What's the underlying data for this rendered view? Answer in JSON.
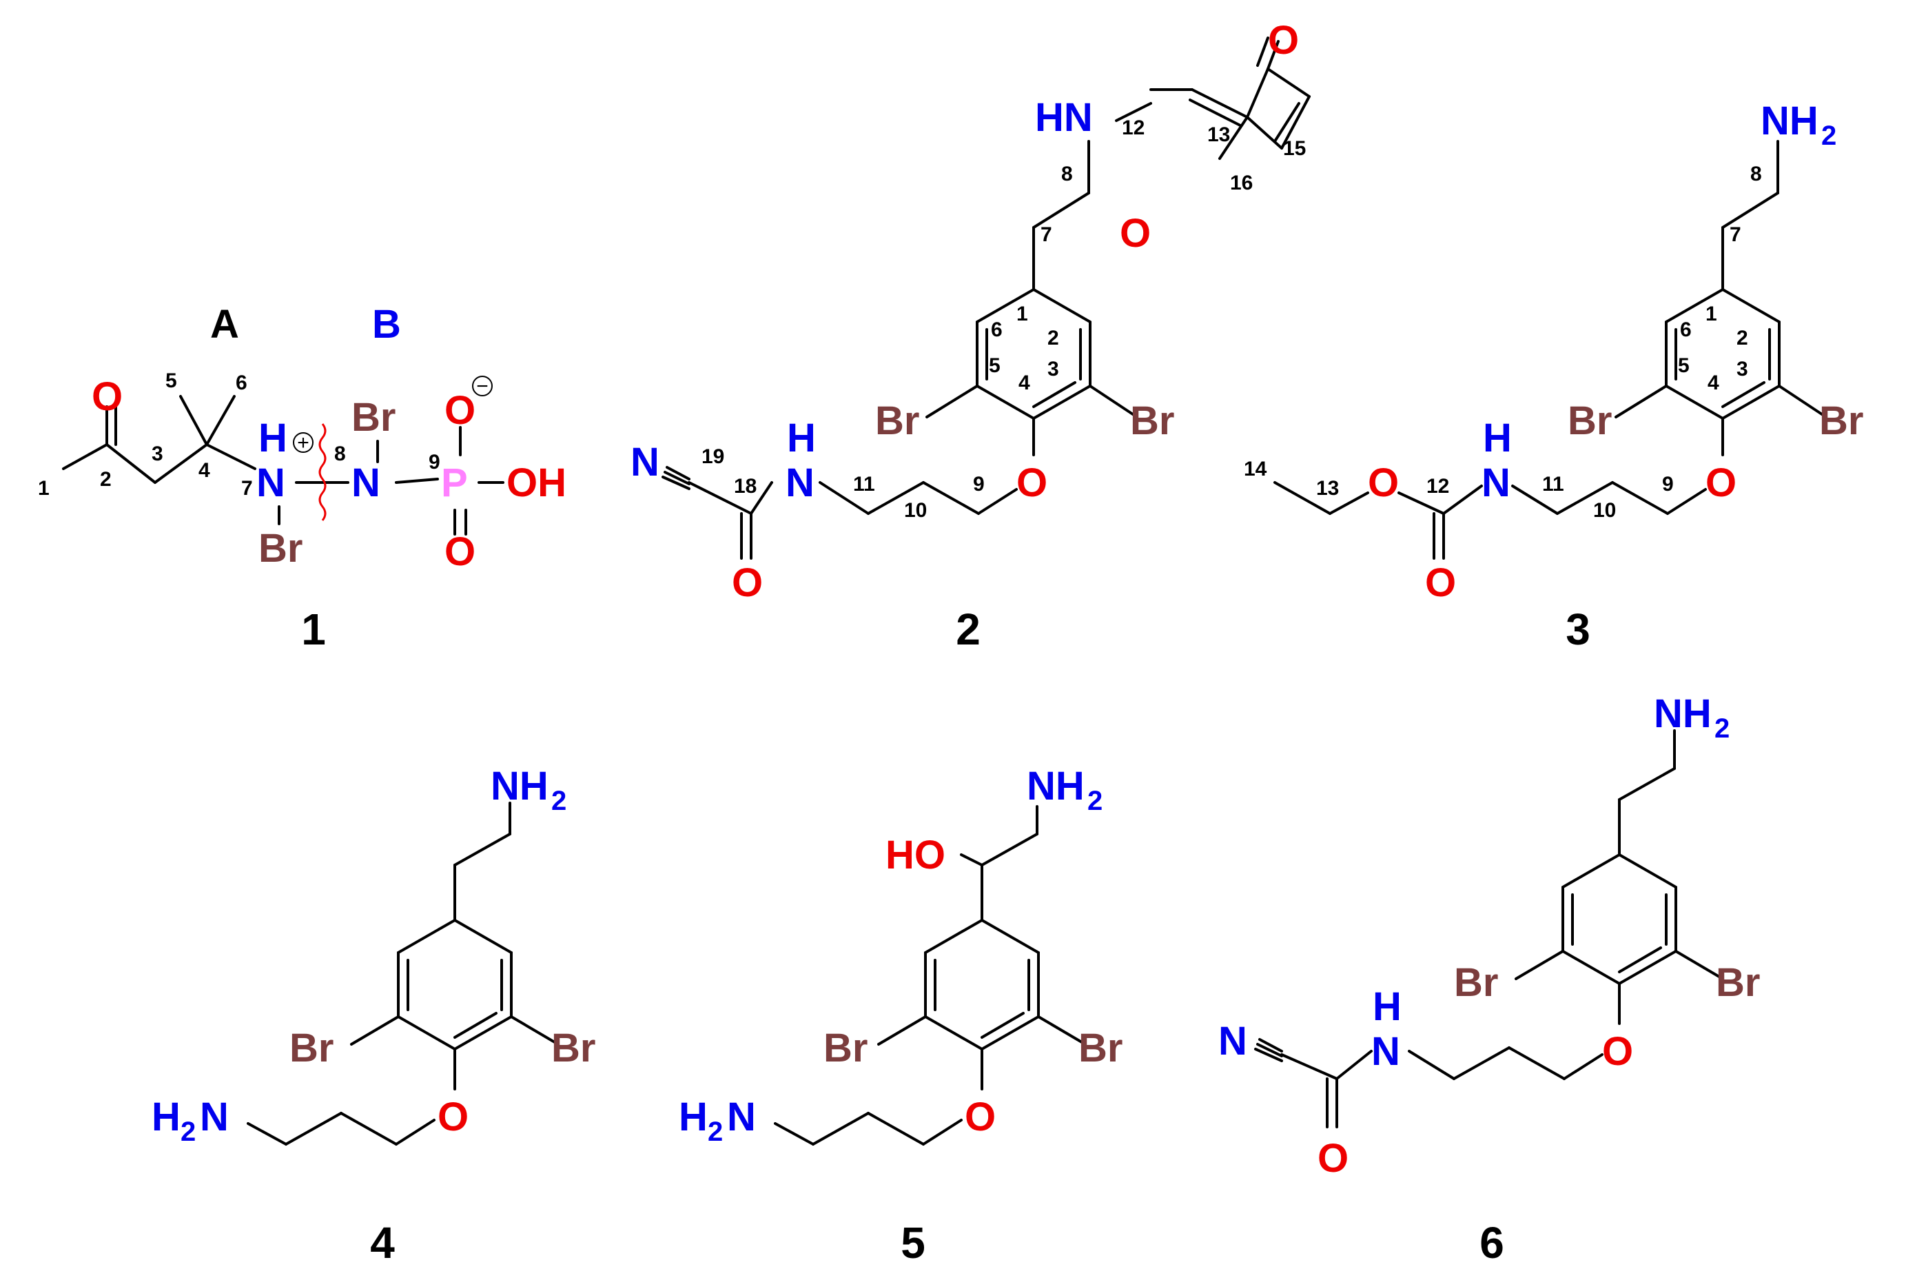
{
  "colors": {
    "bond": "#000000",
    "N": "#0000ee",
    "O": "#ee0000",
    "Br": "#7b3d3d",
    "P": "#ff80ff",
    "cleave": "#ee0000",
    "fragA": "#000000",
    "fragB": "#0000ee"
  },
  "fragments": {
    "A": "A",
    "B": "B"
  },
  "charges": {
    "plus": "+",
    "minus": "−"
  },
  "compounds": [
    {
      "id": "1",
      "label": "1",
      "atoms": {
        "O_ketone": "O",
        "N_H": "H",
        "N7": "N",
        "Br_N7": "Br",
        "N8": "N",
        "Br_N8": "Br",
        "P": "P",
        "O_minus": "O",
        "OH": "OH",
        "O_double": "O"
      },
      "numbers": [
        "1",
        "2",
        "3",
        "4",
        "5",
        "6",
        "7",
        "8",
        "9"
      ]
    },
    {
      "id": "2",
      "label": "2",
      "atoms": {
        "HN": "HN",
        "O15": "O",
        "O16": "O",
        "Br_left": "Br",
        "Br_right": "Br",
        "O_ether": "O",
        "N_amide": "N",
        "H_amide": "H",
        "N_nitrile": "N",
        "O_amide": "O"
      },
      "numbers": [
        "1",
        "2",
        "3",
        "4",
        "5",
        "6",
        "7",
        "8",
        "9",
        "10",
        "11",
        "12",
        "13",
        "15",
        "16",
        "18",
        "19"
      ]
    },
    {
      "id": "3",
      "label": "3",
      "atoms": {
        "NH2": "NH",
        "NH2_sub": "2",
        "Br_left": "Br",
        "Br_right": "Br",
        "O_ether": "O",
        "N_carb": "N",
        "H_carb": "H",
        "O_ester": "O",
        "O_carbonyl": "O"
      },
      "numbers": [
        "1",
        "2",
        "3",
        "4",
        "5",
        "6",
        "7",
        "8",
        "9",
        "10",
        "11",
        "12",
        "13",
        "14"
      ]
    },
    {
      "id": "4",
      "label": "4",
      "atoms": {
        "NH2": "NH",
        "NH2_sub": "2",
        "Br_left": "Br",
        "Br_right": "Br",
        "O_ether": "O",
        "H2N_H": "H",
        "H2N_sub": "2",
        "H2N_N": "N"
      }
    },
    {
      "id": "5",
      "label": "5",
      "atoms": {
        "NH2": "NH",
        "NH2_sub": "2",
        "HO": "HO",
        "Br_left": "Br",
        "Br_right": "Br",
        "O_ether": "O",
        "H2N_H": "H",
        "H2N_sub": "2",
        "H2N_N": "N"
      }
    },
    {
      "id": "6",
      "label": "6",
      "atoms": {
        "NH2": "NH",
        "NH2_sub": "2",
        "Br_left": "Br",
        "Br_right": "Br",
        "O_ether": "O",
        "N_amide": "N",
        "H_amide": "H",
        "N_nitrile": "N",
        "O_amide": "O"
      }
    }
  ]
}
